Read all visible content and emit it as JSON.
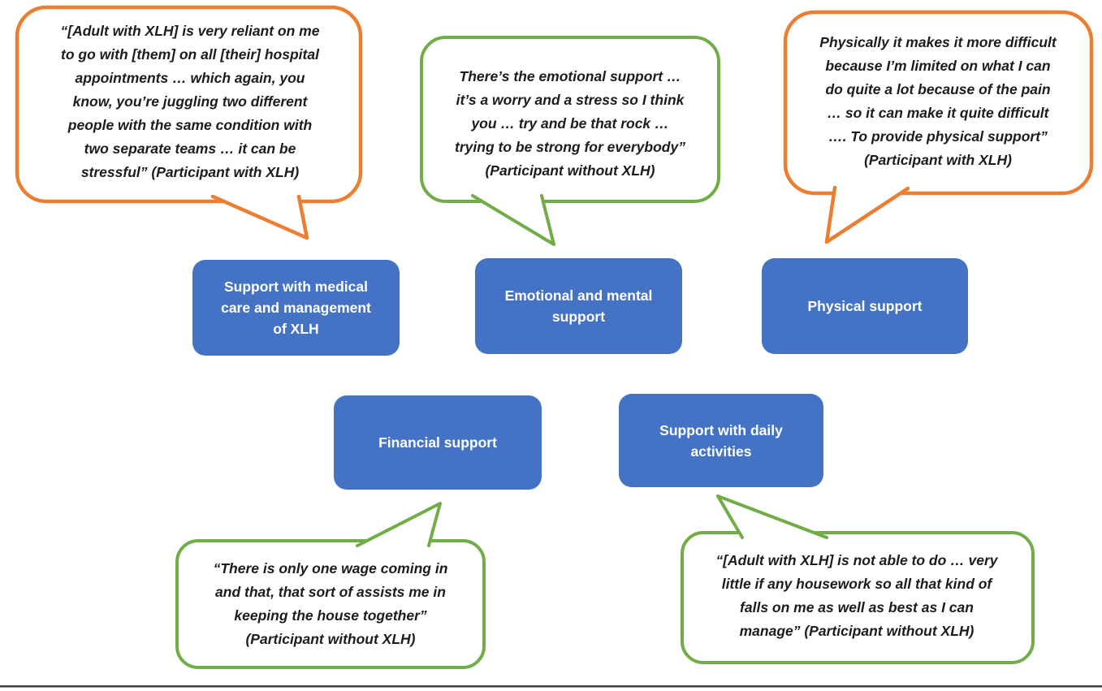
{
  "figure": {
    "colors": {
      "orange": "#ED7D31",
      "green": "#70AD47",
      "blue": "#4472C4",
      "bubble_fill": "#ffffff",
      "quote_text": "#1c1c1c",
      "box_text": "#ffffff",
      "bottom_rule": "#3d3d3d"
    },
    "bubbles": [
      {
        "id": "medical-quote",
        "border_color_name": "orange",
        "speaker": "Participant with XLH",
        "text": "“[Adult with XLH] is very reliant on me\nto go with [them] on all [their] hospital\nappointments … which again, you\nknow, you’re juggling two different\npeople with the same condition with\ntwo separate teams … it can be\nstressful” (Participant with XLH)"
      },
      {
        "id": "emotional-quote",
        "border_color_name": "green",
        "speaker": "Participant without XLH",
        "text": "There’s the emotional support …\nit’s a worry and a stress so I think\nyou … try and be that rock …\ntrying to be strong for everybody”\n(Participant without XLH)"
      },
      {
        "id": "physical-quote",
        "border_color_name": "orange",
        "speaker": "Participant with XLH",
        "text": "Physically it makes it more difficult\nbecause I’m limited on what I can\ndo quite a lot because of the pain\n… so it can make it quite difficult\n…. To provide physical support”\n(Participant with XLH)"
      },
      {
        "id": "financial-quote",
        "border_color_name": "green",
        "speaker": "Participant without XLH",
        "text": "“There is only one wage coming in\nand that, that sort of assists me in\nkeeping the house together”\n(Participant without XLH)"
      },
      {
        "id": "daily-activities-quote",
        "border_color_name": "green",
        "speaker": "Participant without XLH",
        "text": "“[Adult with XLH] is not able to do … very\nlittle if any housework so all that kind of\nfalls on me as well as best as I can\nmanage” (Participant without XLH)"
      }
    ],
    "boxes": [
      {
        "id": "support-medical",
        "label": "Support with medical\ncare and management\nof XLH"
      },
      {
        "id": "emotional-mental",
        "label": "Emotional and mental\nsupport"
      },
      {
        "id": "physical",
        "label": "Physical support"
      },
      {
        "id": "financial",
        "label": "Financial support"
      },
      {
        "id": "daily-activities",
        "label": "Support with daily\nactivities"
      }
    ]
  }
}
